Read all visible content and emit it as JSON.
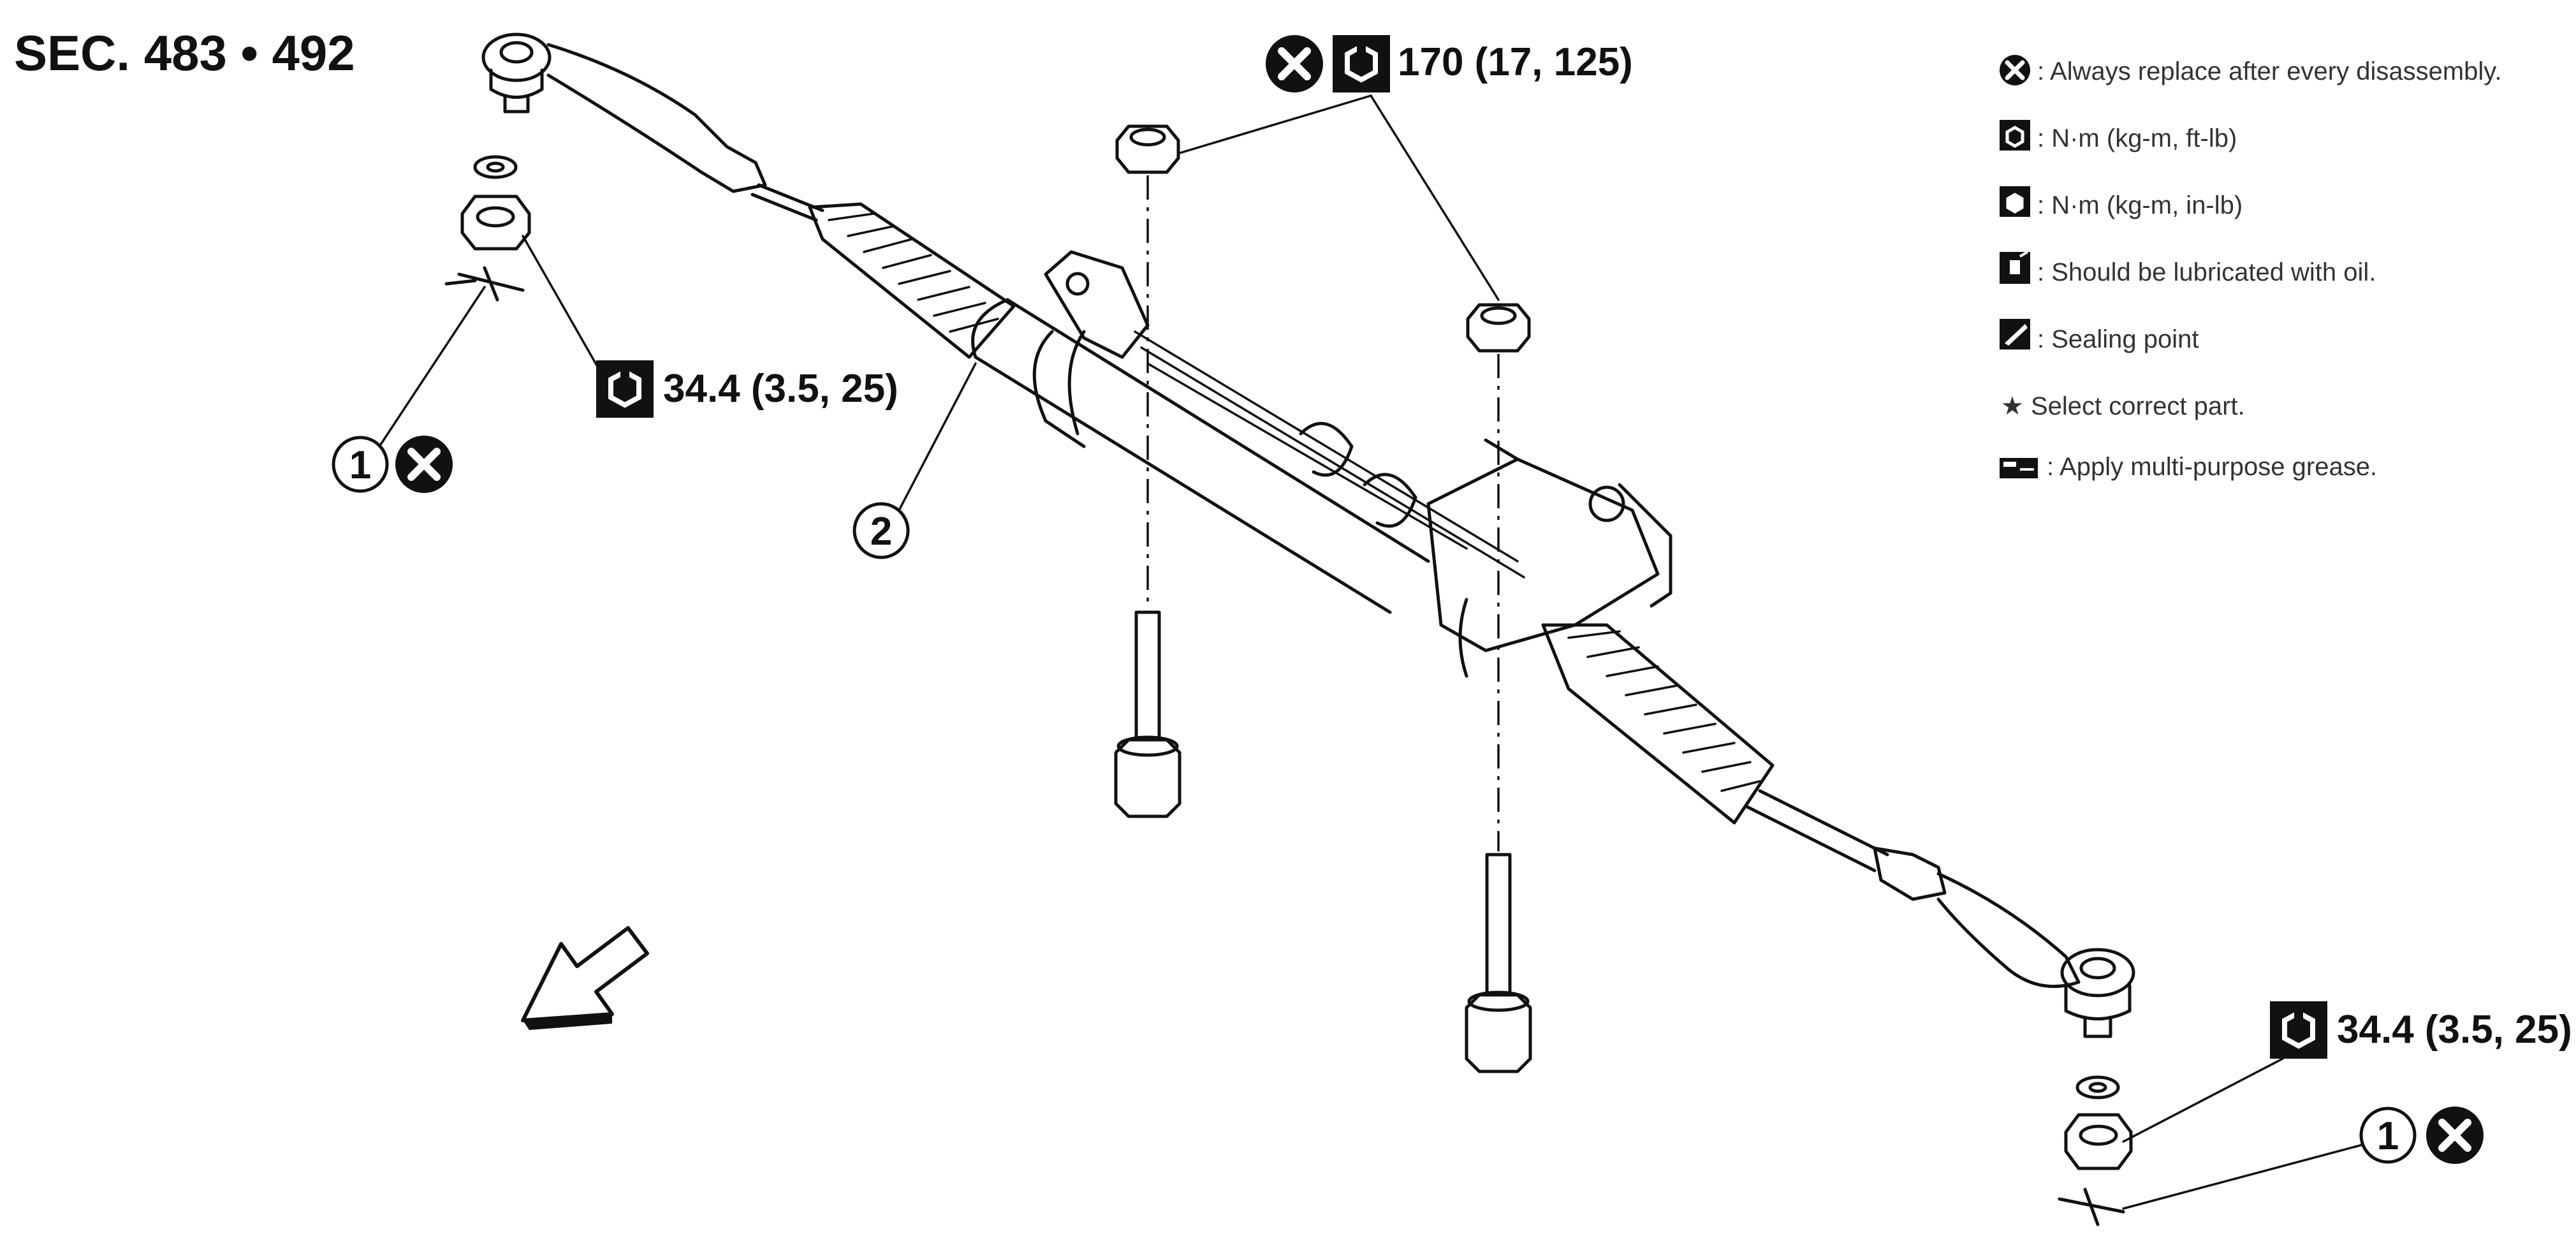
{
  "section_label": "SEC. 483 • 492",
  "callouts": {
    "top_torque": "170 (17, 125)",
    "left_torque": "34.4 (3.5, 25)",
    "right_torque": "34.4 (3.5, 25)",
    "item_1": "1",
    "item_2": "2"
  },
  "legend": [
    {
      "icon": "replace-icon",
      "text": ": Always replace after every disassembly."
    },
    {
      "icon": "torque-ftlb-icon",
      "text": ": N·m (kg-m, ft-lb)"
    },
    {
      "icon": "torque-inlb-icon",
      "text": ": N·m (kg-m, in-lb)"
    },
    {
      "icon": "oil-lubricate-icon",
      "text": ": Should be lubricated with oil."
    },
    {
      "icon": "sealing-point-icon",
      "text": ": Sealing point"
    },
    {
      "icon": "star-icon",
      "text": "★ Select correct part."
    },
    {
      "icon": "grease-icon",
      "text": ": Apply multi-purpose grease."
    }
  ],
  "colors": {
    "ink": "#111111",
    "legend_text": "#333333",
    "background": "#ffffff"
  }
}
